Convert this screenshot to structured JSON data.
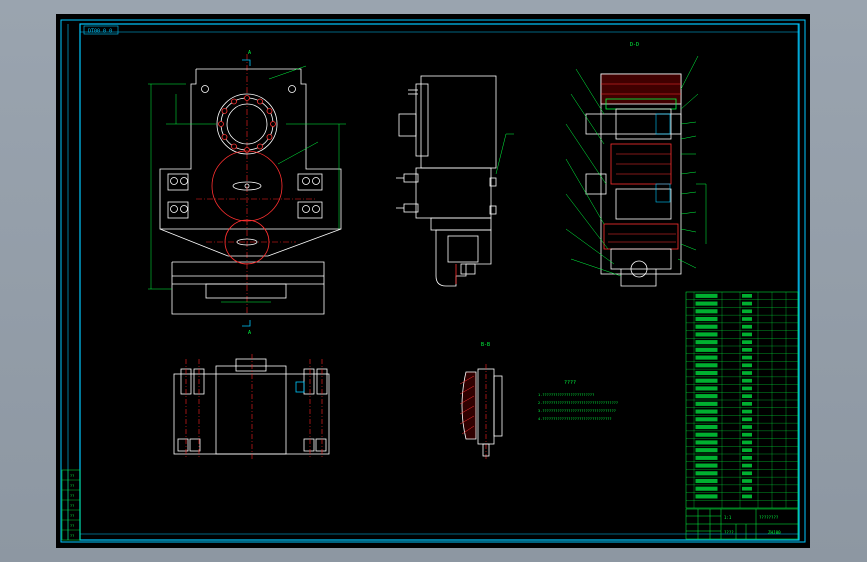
{
  "drawing": {
    "title_tag": "DT00 0 0",
    "sheet_number": "ZHJ00",
    "colors": {
      "background": "#000000",
      "frame": "#00c8ff",
      "outline": "#ffffff",
      "centerline": "#ff2020",
      "dimension": "#00ff40",
      "hatch": "#ff3030",
      "leader": "#00ff40",
      "table": "#00ff40"
    },
    "views": {
      "section_aa_label": "A",
      "section_bb_label": "B-B",
      "section_cc_label": "D-D",
      "cut_marker_label": "A"
    },
    "notes": {
      "heading": "????",
      "lines": [
        "1.????????????????????????",
        "2.???????????????????????????????????",
        "3.??????????????????????????????????",
        "4.????????????????????????????????"
      ]
    },
    "bom": {
      "rows": 28
    },
    "title_block": {
      "drawing_name": "????????",
      "scale": "1:1",
      "sheet_label": "????",
      "code": "ZHJ00"
    },
    "left_strip": {
      "labels": [
        "??",
        "??",
        "??",
        "??",
        "??",
        "??",
        "??"
      ]
    }
  }
}
